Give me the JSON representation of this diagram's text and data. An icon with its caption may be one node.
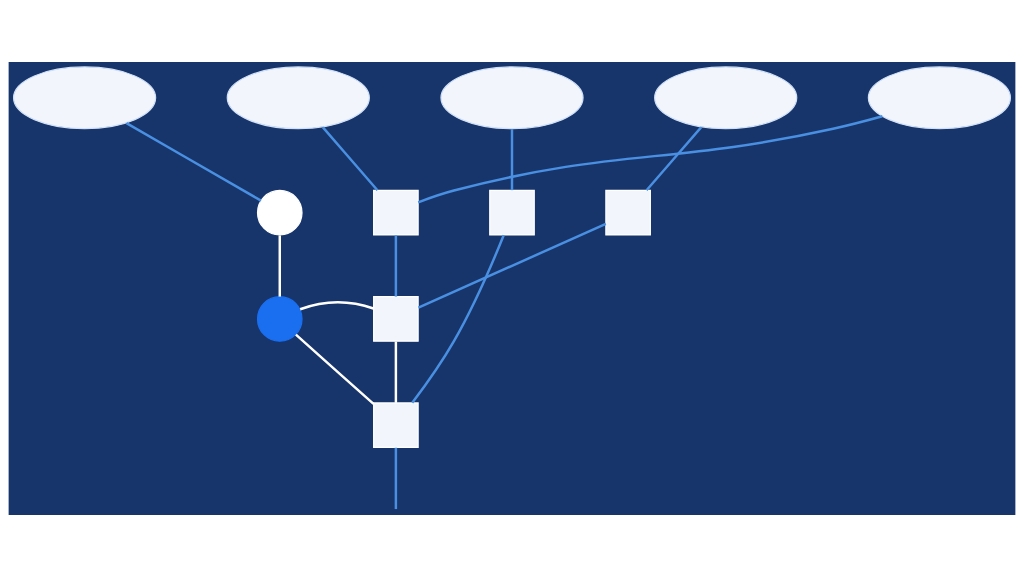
{
  "diagram": {
    "nodes": [
      {
        "text": [],
        "shape": "cloud"
      },
      {
        "text": [],
        "shape": "cloud"
      },
      {
        "text": [],
        "shape": "cloud"
      },
      {
        "text": [],
        "shape": "cloud"
      },
      {
        "text": [],
        "shape": "cloud"
      },
      {
        "text": [],
        "shape": "circle"
      },
      {
        "text": [],
        "shape": "box"
      },
      {
        "text": [],
        "shape": "box"
      },
      {
        "text": [],
        "shape": "box"
      },
      {
        "text": [],
        "shape": "circle"
      },
      {
        "text": [],
        "shape": "box"
      },
      {
        "text": [],
        "shape": "box"
      }
    ],
    "edges": [
      {
        "from": 0,
        "to": 5,
        "arrow": "none"
      },
      {
        "from": 1,
        "to": 6,
        "arrow": "none"
      },
      {
        "from": 2,
        "to": 7,
        "arrow": "none"
      },
      {
        "from": 3,
        "to": 8,
        "arrow": "none"
      },
      {
        "from": 4,
        "to": 6,
        "arrow": "none"
      },
      {
        "from": 5,
        "to": 9,
        "arrow": "none",
        "color": "#ffffff"
      },
      {
        "from": 6,
        "to": 10,
        "arrow": "none"
      },
      {
        "from": 8,
        "to": 10,
        "arrow": "none"
      },
      {
        "from": 9,
        "to": 10,
        "arrow": "none",
        "color": "#ffffff"
      },
      {
        "from": 7,
        "to": 11,
        "arrow": "none"
      },
      {
        "from": 9,
        "to": 11,
        "arrow": "none",
        "color": "#ffffff"
      },
      {
        "from": 10,
        "to": 11,
        "arrow": "none",
        "color": "#ffffff"
      },
      {
        "from": 11,
        "to": null,
        "arrow": "none"
      }
    ]
  }
}
